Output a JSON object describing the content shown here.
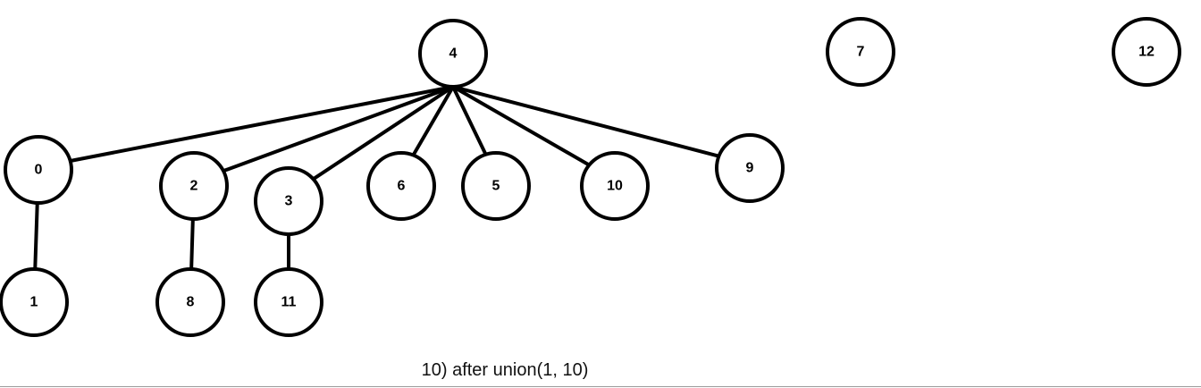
{
  "caption": "10) after union(1, 10)",
  "nodes": [
    {
      "id": "4",
      "label": "4"
    },
    {
      "id": "7",
      "label": "7"
    },
    {
      "id": "12",
      "label": "12"
    },
    {
      "id": "0",
      "label": "0"
    },
    {
      "id": "2",
      "label": "2"
    },
    {
      "id": "3",
      "label": "3"
    },
    {
      "id": "6",
      "label": "6"
    },
    {
      "id": "5",
      "label": "5"
    },
    {
      "id": "10",
      "label": "10"
    },
    {
      "id": "9",
      "label": "9"
    },
    {
      "id": "1",
      "label": "1"
    },
    {
      "id": "8",
      "label": "8"
    },
    {
      "id": "11",
      "label": "11"
    }
  ],
  "edges": [
    {
      "from": "4",
      "to": "0"
    },
    {
      "from": "4",
      "to": "2"
    },
    {
      "from": "4",
      "to": "3"
    },
    {
      "from": "4",
      "to": "6"
    },
    {
      "from": "4",
      "to": "5"
    },
    {
      "from": "4",
      "to": "10"
    },
    {
      "from": "4",
      "to": "9"
    },
    {
      "from": "0",
      "to": "1"
    },
    {
      "from": "2",
      "to": "8"
    },
    {
      "from": "3",
      "to": "11"
    }
  ]
}
